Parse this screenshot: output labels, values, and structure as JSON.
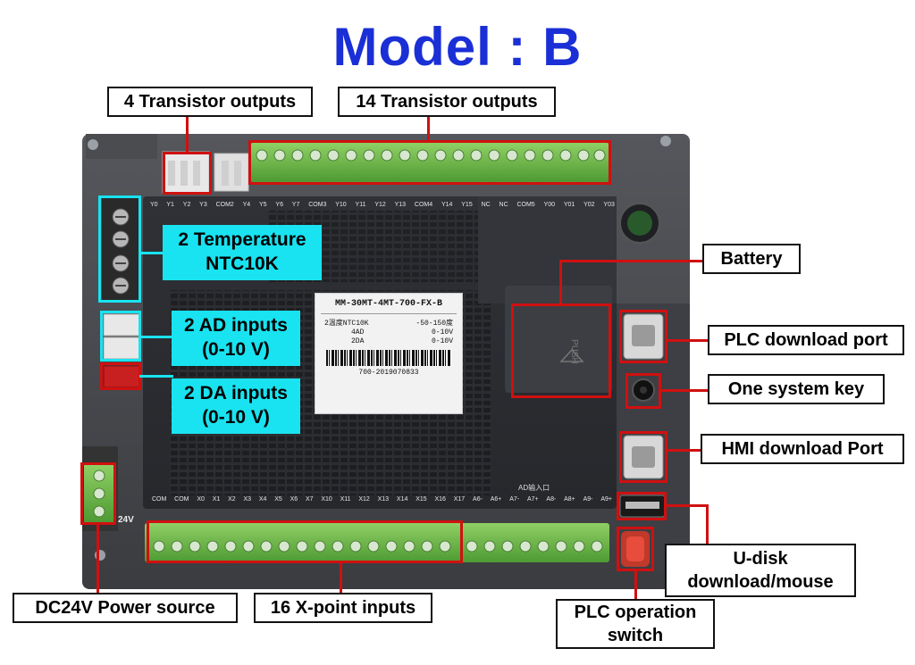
{
  "title": "Model : B",
  "callouts": {
    "transistor4": "4 Transistor outputs",
    "transistor14": "14 Transistor outputs",
    "temperature_l1": "2 Temperature",
    "temperature_l2": "NTC10K",
    "ad_l1": "2 AD inputs",
    "ad_l2": "(0-10 V)",
    "da_l1": "2 DA inputs",
    "da_l2": "(0-10 V)",
    "battery": "Battery",
    "plc_download": "PLC download port",
    "system_key": "One system key",
    "hmi_download": "HMI download Port",
    "udisk_l1": "U-disk",
    "udisk_l2": "download/mouse",
    "plc_switch_l1": "PLC operation",
    "plc_switch_l2": "switch",
    "power": "DC24V Power source",
    "xinputs": "16 X-point inputs"
  },
  "sticker": {
    "model": "MM-30MT-4MT-700-FX-B",
    "row1_left": "2温度NTC10K",
    "row1_right": "-50-150度",
    "row2_left": "4AD",
    "row2_right": "0-10V",
    "row3_left": "2DA",
    "row3_right": "0-10V",
    "serial": "700-2019070833"
  },
  "top_terminal_labels": [
    "Y0",
    "Y1",
    "Y2",
    "Y3",
    "COM2",
    "Y4",
    "Y5",
    "Y6",
    "Y7",
    "COM3",
    "Y10",
    "Y11",
    "Y12",
    "Y13",
    "COM4",
    "Y14",
    "Y15",
    "NC",
    "NC",
    "COM5",
    "Y00",
    "Y01",
    "Y02",
    "Y03"
  ],
  "bottom_terminal_labels": [
    "COM",
    "COM",
    "X0",
    "X1",
    "X2",
    "X3",
    "X4",
    "X5",
    "X6",
    "X7",
    "X10",
    "X11",
    "X12",
    "X13",
    "X14",
    "X15",
    "X16",
    "X17",
    "A6-",
    "A6+",
    "A7-",
    "A7+",
    "A8-",
    "A8+",
    "A9-",
    "A9+"
  ],
  "ad_section_label": "AD输入口",
  "power_label": "24V",
  "colors": {
    "title": "#1a2fd6",
    "callout_cyan": "#19e3f0",
    "marker_red": "#d01010",
    "terminal_green": "#6fb24a",
    "device_body": "#3a3c40"
  }
}
